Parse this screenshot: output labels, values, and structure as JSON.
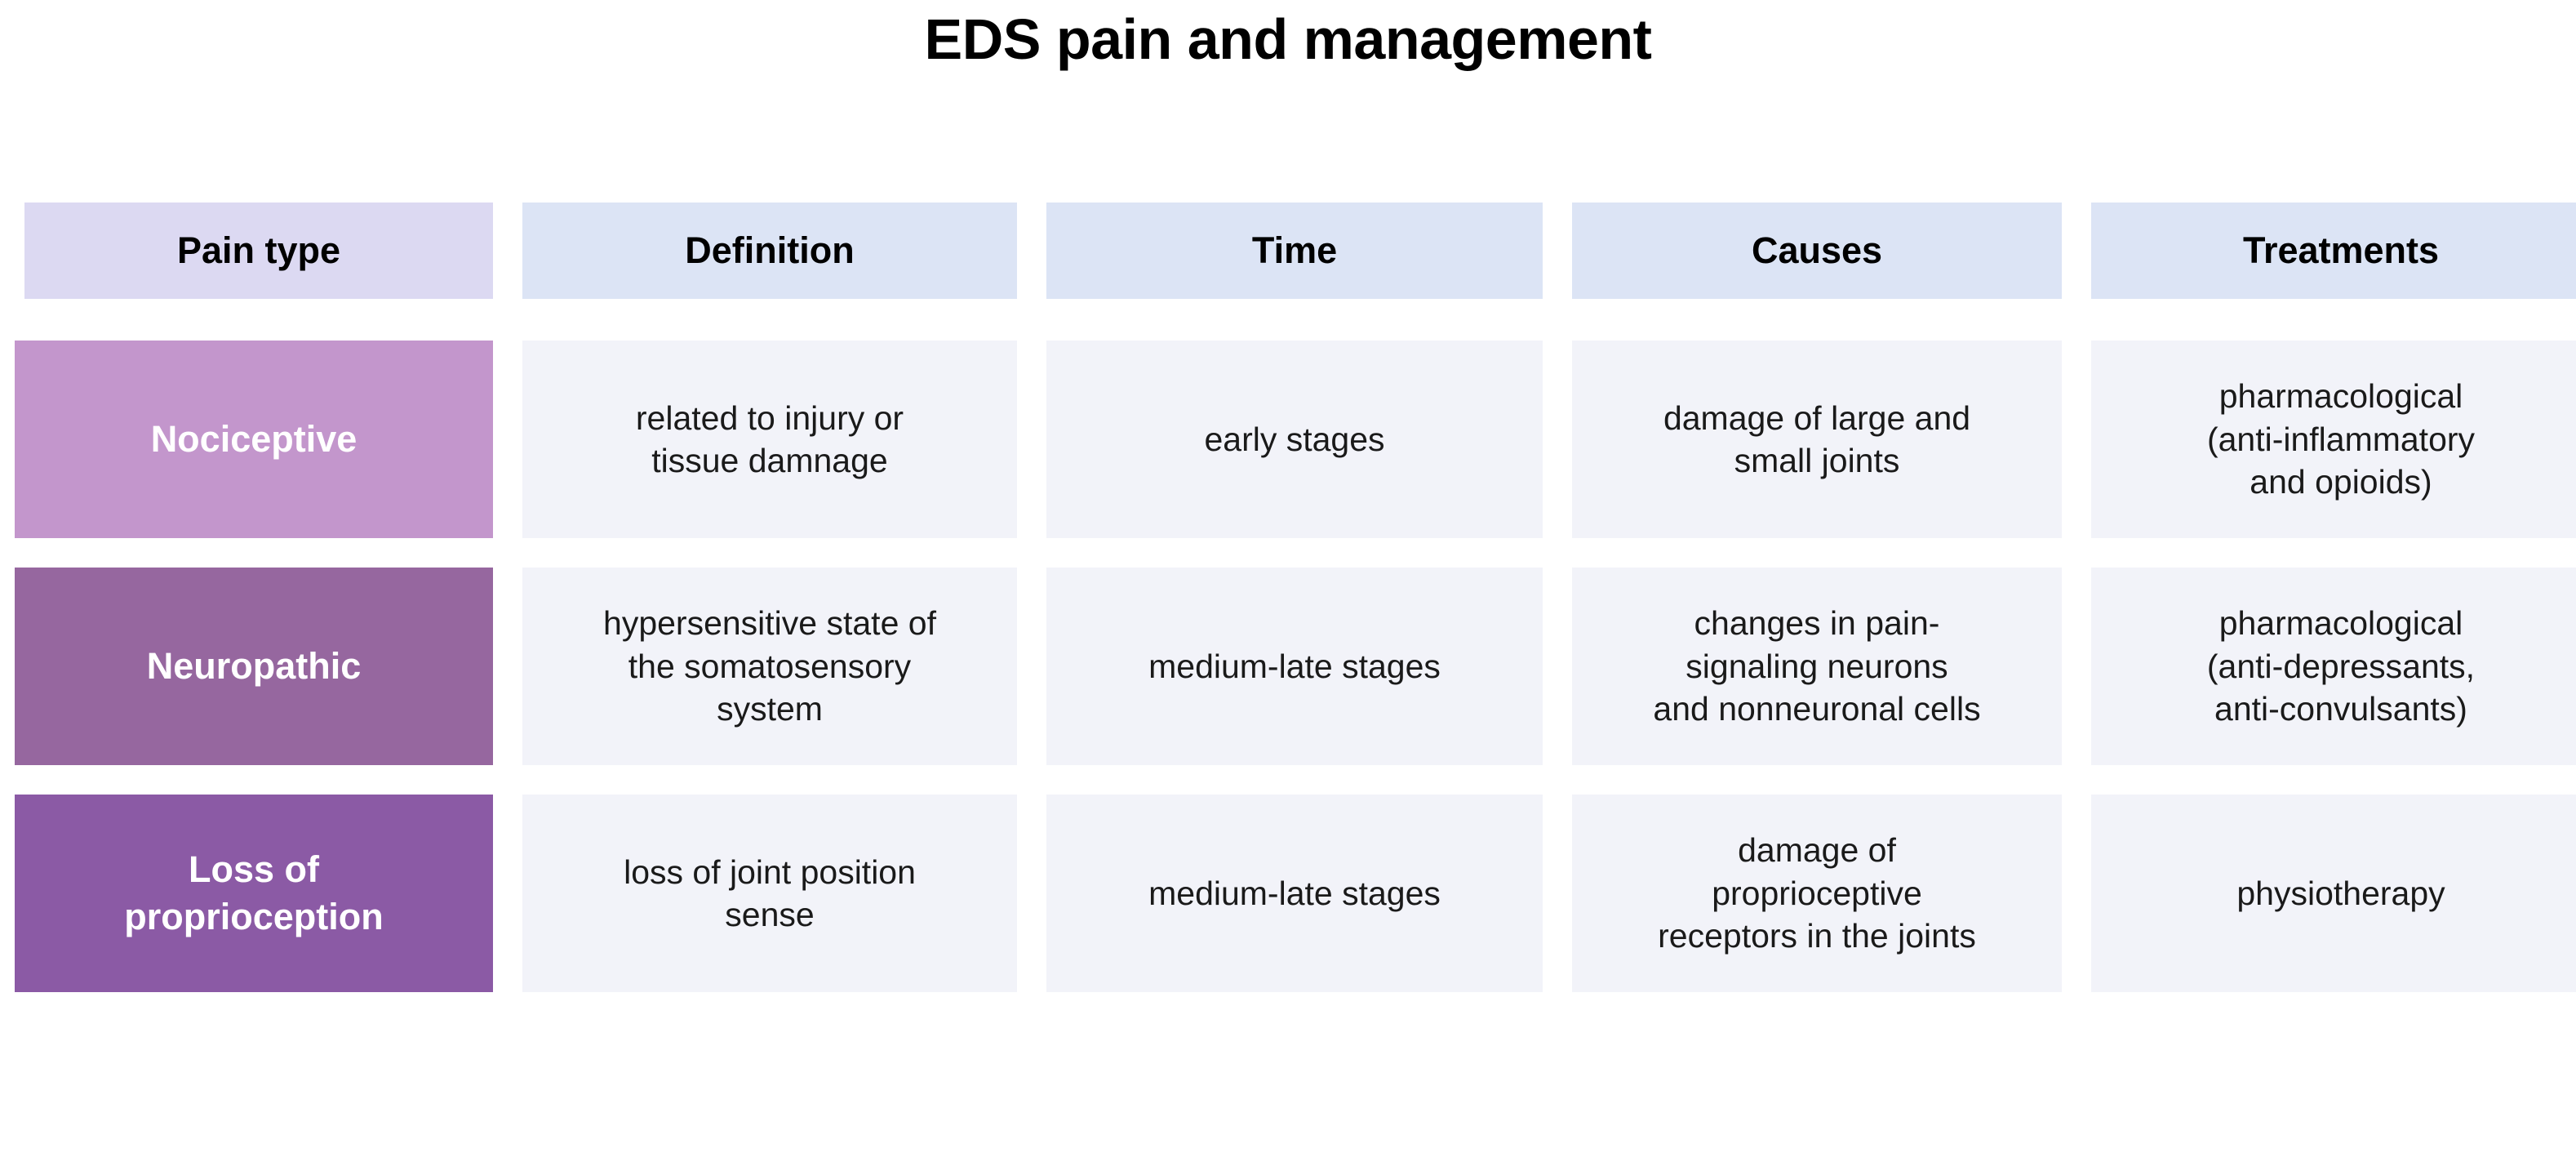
{
  "title": "EDS pain and management",
  "colors": {
    "header_first": "#DCD9F2",
    "header_rest": "#DCE4F5",
    "cell_background": "#F2F3F9",
    "row_label_1": "#C396CC",
    "row_label_2": "#96679F",
    "row_label_3": "#8B5AA5",
    "page_background": "#FFFFFF",
    "text": "#000000",
    "row_label_text": "#FFFFFF"
  },
  "table": {
    "headers": [
      "Pain type",
      "Definition",
      "Time",
      "Causes",
      "Treatments"
    ],
    "rows": [
      {
        "pain_type": "Nociceptive",
        "definition": "related to injury or\ntissue damnage",
        "time": "early stages",
        "causes": "damage of large and\nsmall joints",
        "treatments": "pharmacological\n(anti-inflammatory\nand opioids)"
      },
      {
        "pain_type": "Neuropathic",
        "definition": "hypersensitive state of\nthe somatosensory\nsystem",
        "time": "medium-late stages",
        "causes": "changes in pain-\nsignaling neurons\nand nonneuronal cells",
        "treatments": "pharmacological\n(anti-depressants,\nanti-convulsants)"
      },
      {
        "pain_type": "Loss of\nproprioception",
        "definition": "loss of joint position\nsense",
        "time": "medium-late stages",
        "causes": "damage of\nproprioceptive\nreceptors in the joints",
        "treatments": "physiotherapy"
      }
    ]
  }
}
